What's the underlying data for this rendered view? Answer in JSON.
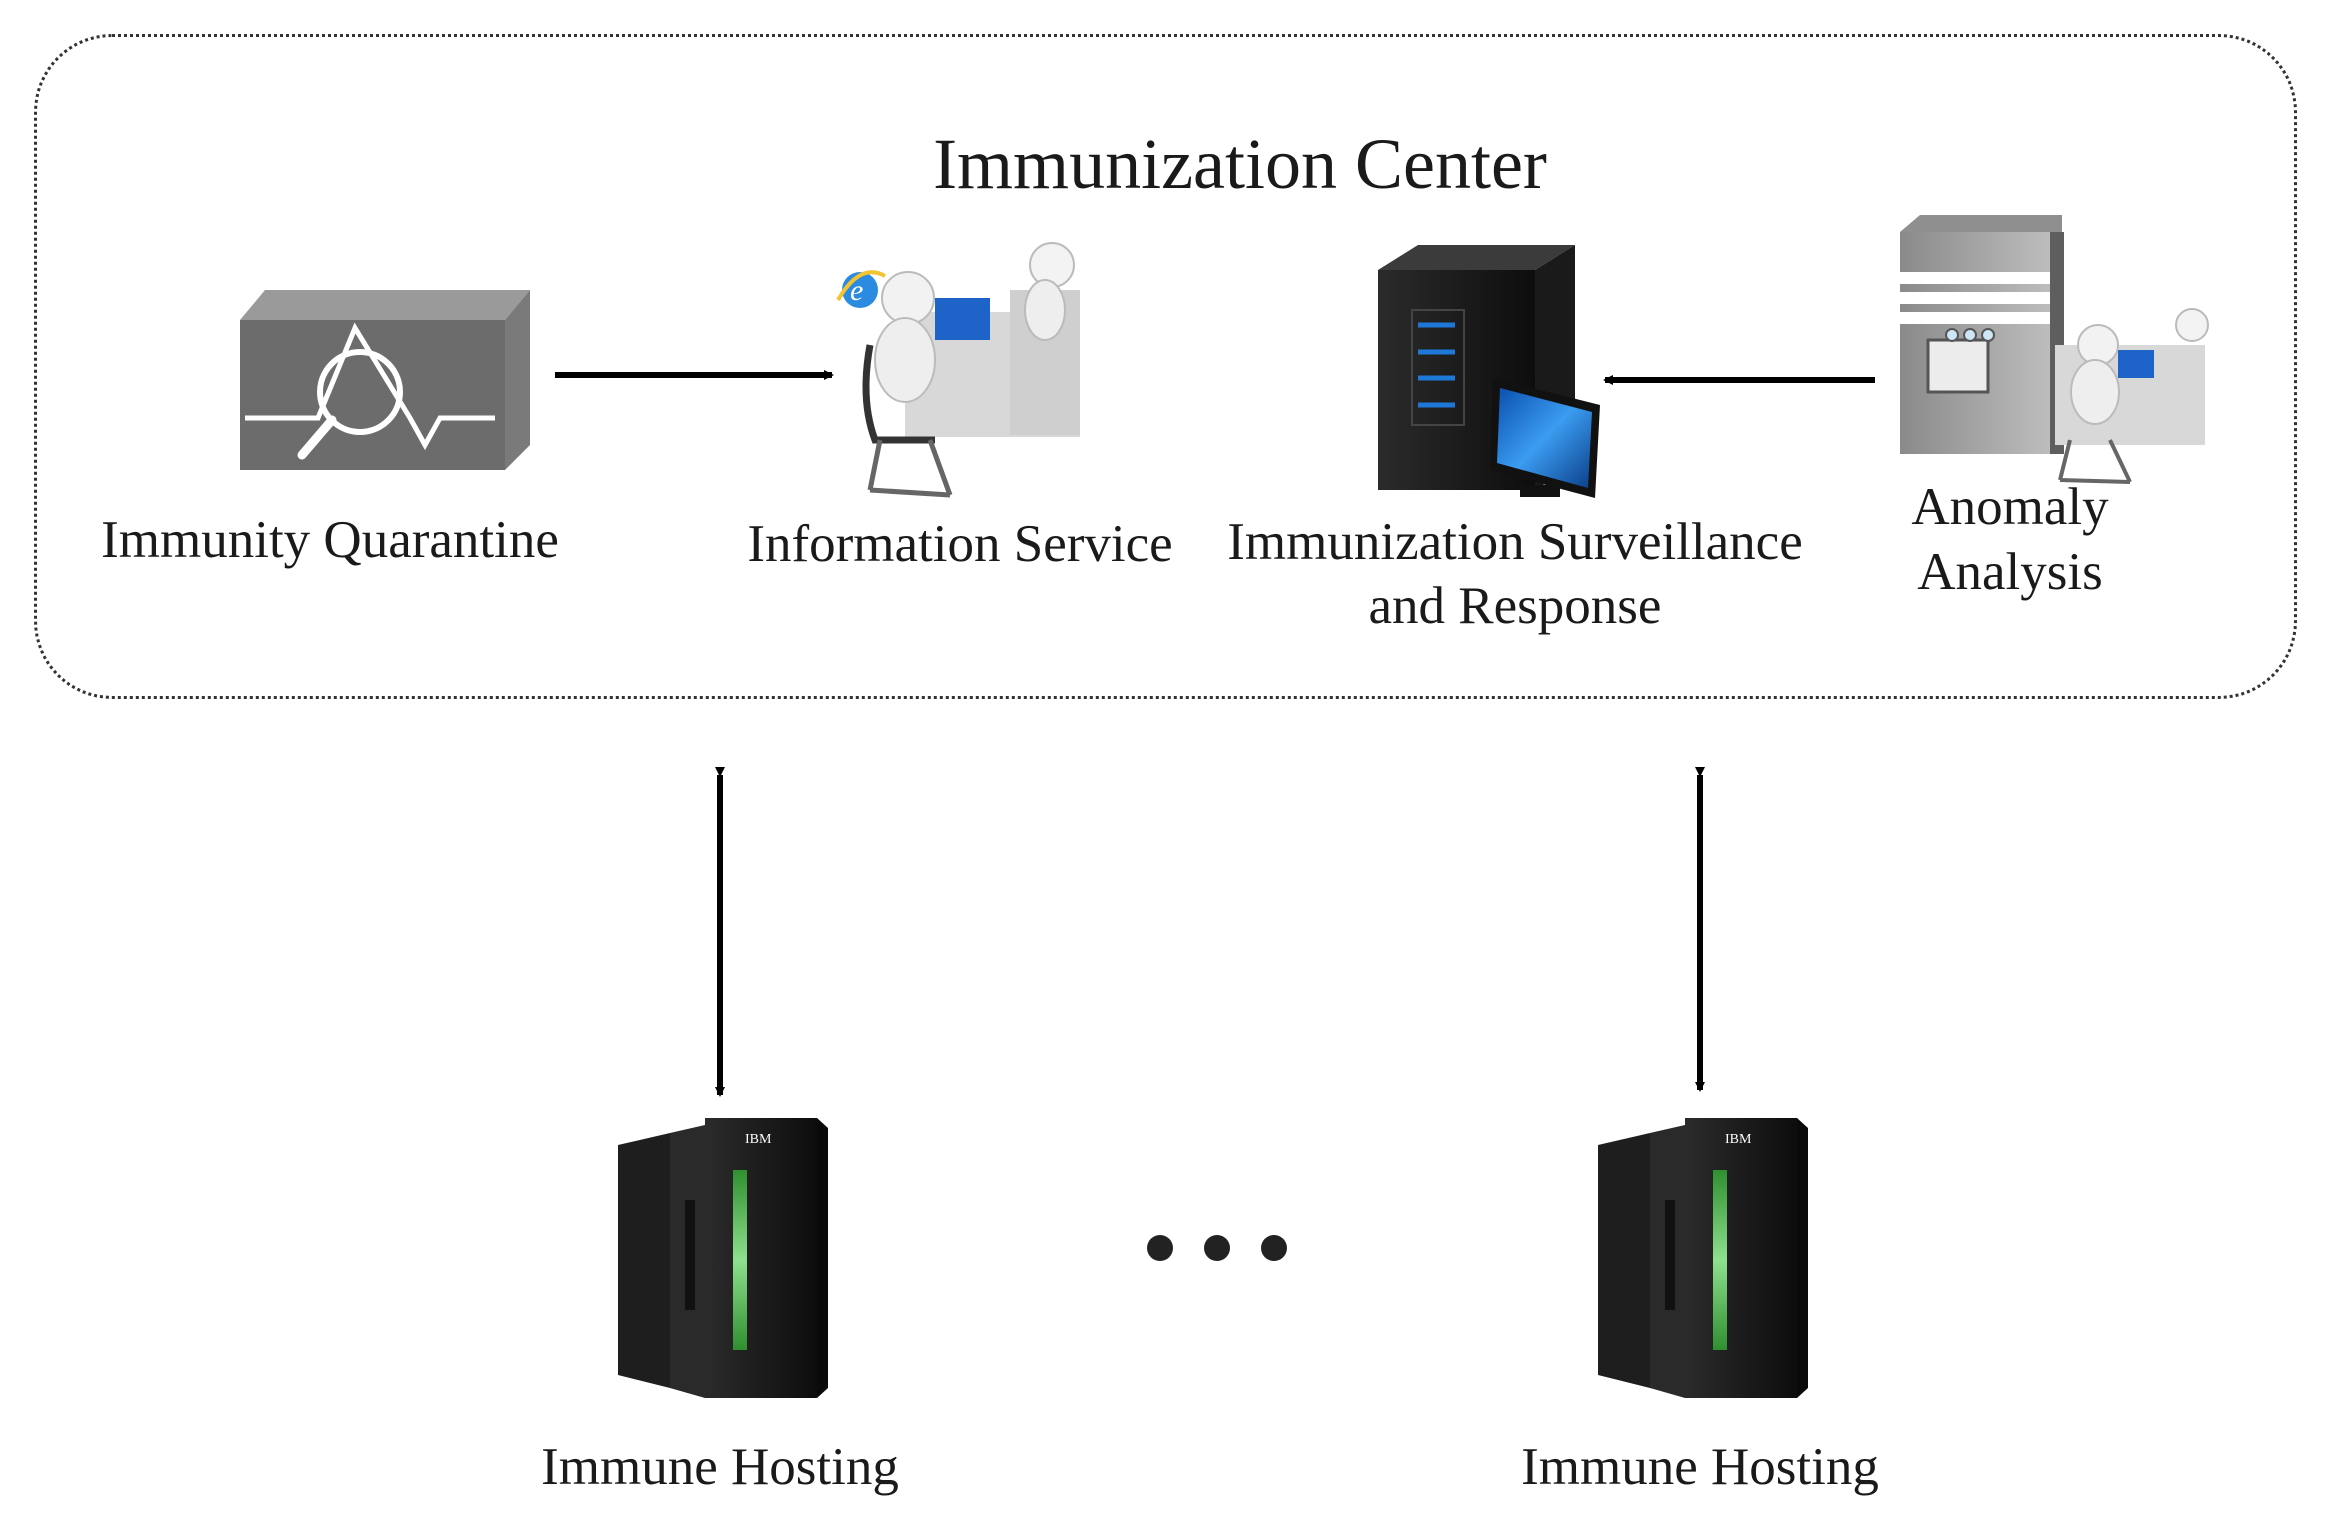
{
  "center": {
    "title": "Immunization Center"
  },
  "nodes": {
    "quarantine": {
      "label": "Immunity Quarantine"
    },
    "info_service": {
      "label": "Information Service"
    },
    "surveillance": {
      "line1": "Immunization Surveillance",
      "line2": "and Response"
    },
    "anomaly": {
      "line1": "Anomaly",
      "line2": "Analysis"
    }
  },
  "hosts": [
    {
      "label": "Immune Hosting",
      "brand": "IBM"
    },
    {
      "label": "Immune Hosting",
      "brand": "IBM"
    }
  ],
  "colors": {
    "arrow": "#000000",
    "border": "#333333",
    "server_dark": "#1c1c1c",
    "accent_blue": "#1e78d8",
    "accent_green": "#3aa63a",
    "appliance_gray": "#6e6e6e"
  }
}
